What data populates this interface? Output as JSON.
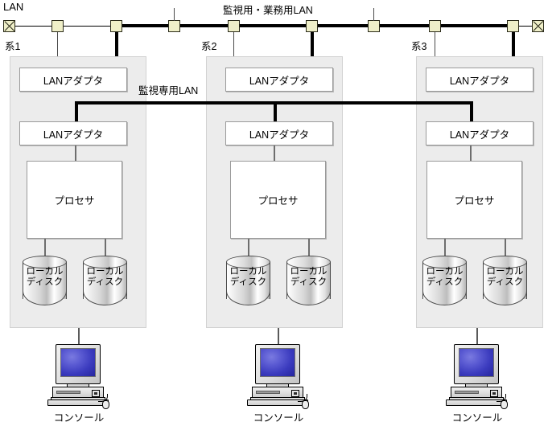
{
  "diagram": {
    "title_lan": "LAN",
    "bus_label": "監視用・業務用LAN",
    "monitor_lan_label": "監視専用LAN",
    "terminator_icon_left": "bus-terminator-x-icon",
    "terminator_icon_right": "bus-terminator-x-icon",
    "node_icon": "bus-tap-node-icon",
    "colors": {
      "node_fill": "#efefc8",
      "node_border": "#2b2b1a",
      "panel_fill": "#ececec",
      "panel_border": "#d2d2d2",
      "box_fill": "#ffffff",
      "box_border": "#9a9a9a",
      "bus_line": "#000000",
      "screen_blue": "#3b3bbe"
    },
    "systems": [
      {
        "label": "系1",
        "lan_adapter_top": "LANアダプタ",
        "lan_adapter_bottom": "LANアダプタ",
        "processor": "プロセサ",
        "disks": [
          "ローカル\nディスク",
          "ローカル\nディスク"
        ],
        "disk_line1": "ローカル",
        "disk_line2": "ディスク",
        "console": "コンソール"
      },
      {
        "label": "系2",
        "lan_adapter_top": "LANアダプタ",
        "lan_adapter_bottom": "LANアダプタ",
        "processor": "プロセサ",
        "disks": [
          "ローカル\nディスク",
          "ローカル\nディスク"
        ],
        "disk_line1": "ローカル",
        "disk_line2": "ディスク",
        "console": "コンソール"
      },
      {
        "label": "系3",
        "lan_adapter_top": "LANアダプタ",
        "lan_adapter_bottom": "LANアダプタ",
        "processor": "プロセサ",
        "disks": [
          "ローカル\nディスク",
          "ローカル\nディスク"
        ],
        "disk_line1": "ローカル",
        "disk_line2": "ディスク",
        "console": "コンソール"
      }
    ]
  }
}
